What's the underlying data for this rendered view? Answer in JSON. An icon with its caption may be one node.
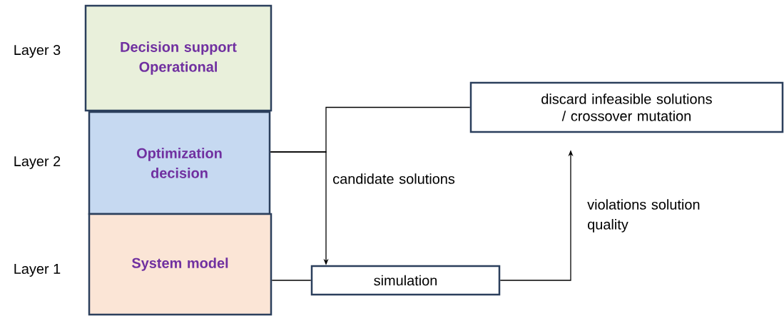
{
  "diagram": {
    "nodes": [
      {
        "text": [
          "Decision support Operational"
        ],
        "beside": [
          "Layer 3"
        ]
      },
      {
        "text": [
          "Optimization decision"
        ],
        "beside": [
          "Layer 2"
        ]
      },
      {
        "text": [
          "System model"
        ],
        "beside": [
          "Layer 1"
        ]
      },
      {
        "text": [
          "simulation"
        ]
      },
      {
        "text": [
          "discard infeasible solutions / crossover mutation"
        ]
      }
    ],
    "edges": [
      {
        "from": 1,
        "to": 4,
        "arrow": "none"
      },
      {
        "from": 1,
        "to": 3,
        "arrow": "to",
        "label": "candidate solutions"
      },
      {
        "from": 2,
        "to": 3,
        "arrow": "none"
      },
      {
        "from": 3,
        "to": 4,
        "arrow": "to",
        "label": "violations solution quality"
      }
    ]
  }
}
